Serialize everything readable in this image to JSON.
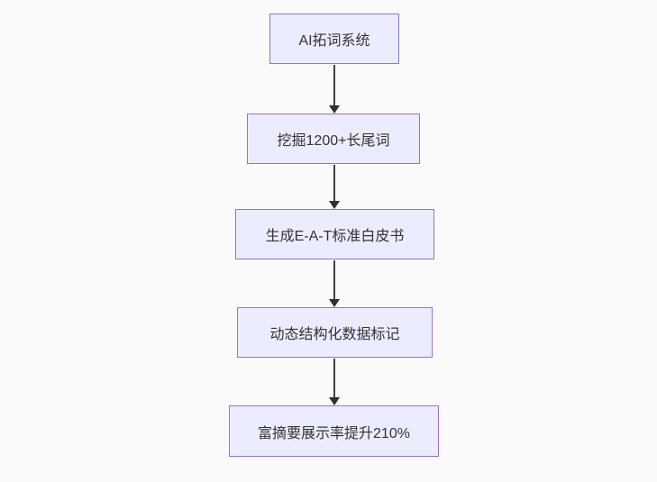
{
  "diagram": {
    "type": "flowchart-top-down",
    "theme": {
      "canvas_background": "#fafafa",
      "node_fill": "#ECECFF",
      "node_border": "#9370DB",
      "text_color": "#333333",
      "arrow_color": "#333333"
    },
    "nodes": [
      {
        "id": "step-1",
        "label": "AI拓词系统"
      },
      {
        "id": "step-2",
        "label": "挖掘1200+长尾词"
      },
      {
        "id": "step-3",
        "label": "生成E-A-T标准白皮书"
      },
      {
        "id": "step-4",
        "label": "动态结构化数据标记"
      },
      {
        "id": "step-5",
        "label": "富摘要展示率提升210%"
      }
    ],
    "edges": [
      {
        "from": "step-1",
        "to": "step-2"
      },
      {
        "from": "step-2",
        "to": "step-3"
      },
      {
        "from": "step-3",
        "to": "step-4"
      },
      {
        "from": "step-4",
        "to": "step-5"
      }
    ]
  }
}
